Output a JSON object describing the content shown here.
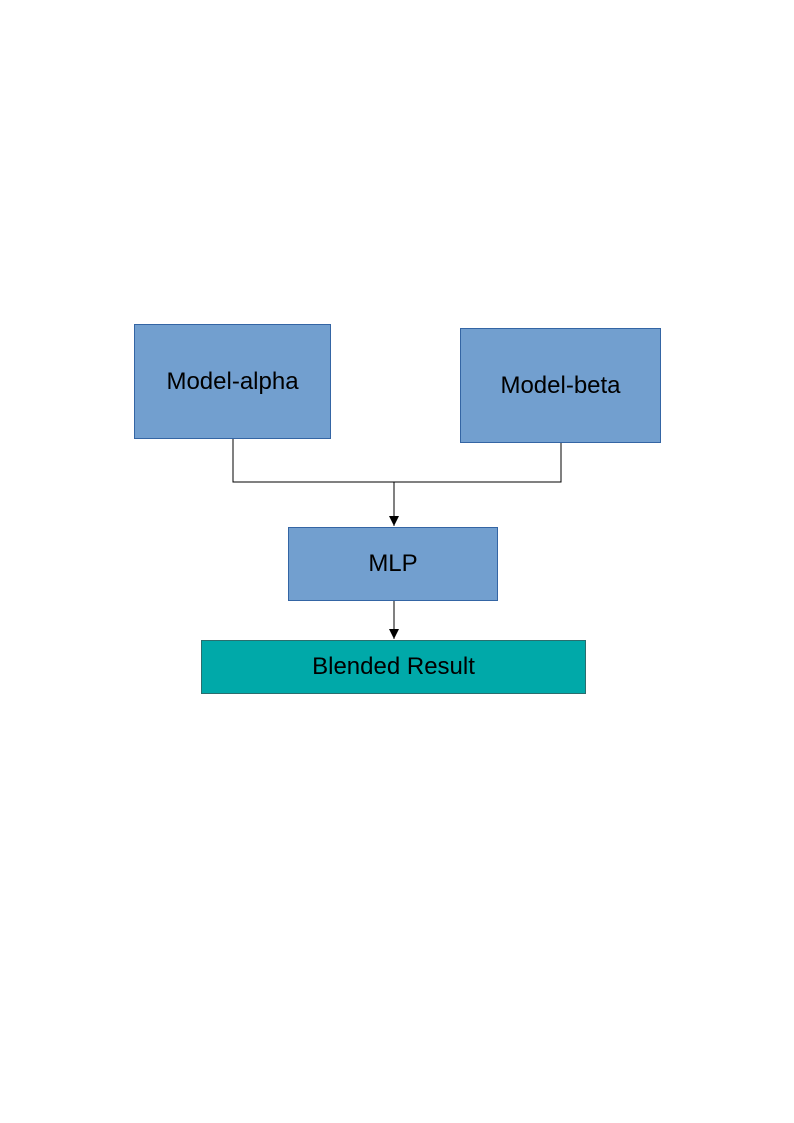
{
  "diagram": {
    "nodes": {
      "alpha": {
        "label": "Model-alpha"
      },
      "beta": {
        "label": "Model-beta"
      },
      "mlp": {
        "label": "MLP"
      },
      "result": {
        "label": "Blended Result"
      }
    },
    "edges": [
      {
        "from": "alpha",
        "to": "mlp"
      },
      {
        "from": "beta",
        "to": "mlp"
      },
      {
        "from": "mlp",
        "to": "result"
      }
    ],
    "colors": {
      "model_fill": "#729fcf",
      "model_border": "#3465a4",
      "result_fill": "#00a9a9",
      "connector": "#000000"
    }
  }
}
